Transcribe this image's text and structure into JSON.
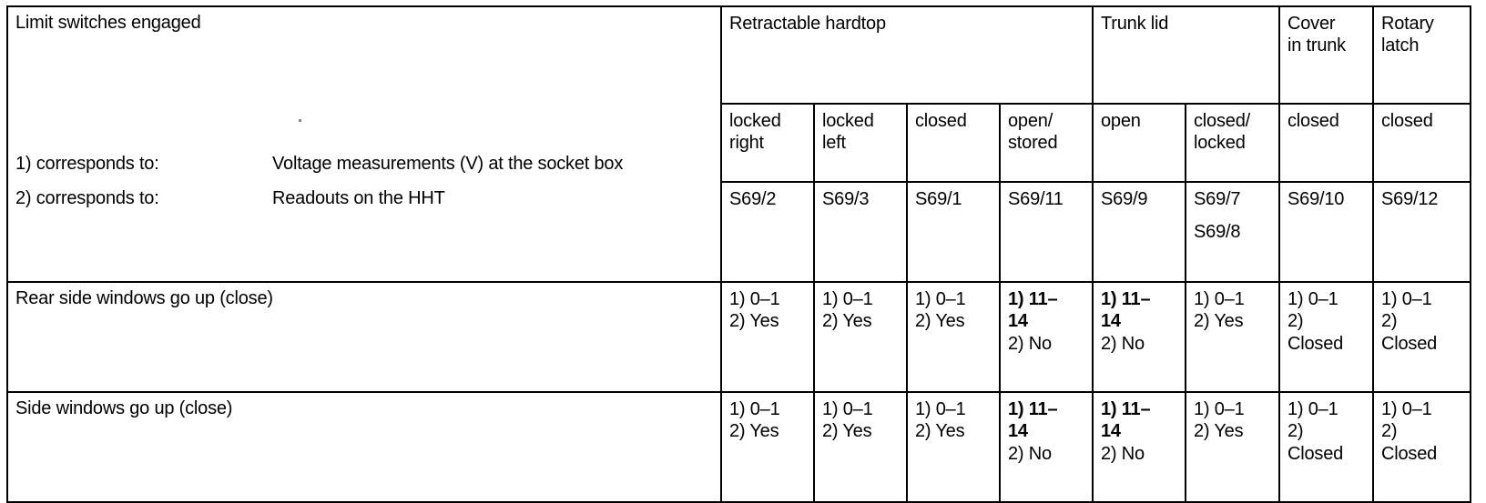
{
  "table": {
    "left_header": {
      "title": "Limit switches engaged",
      "legend": [
        {
          "key": "1) corresponds to:",
          "value": "Voltage measurements (V) at the socket box"
        },
        {
          "key": "2) corresponds to:",
          "value": "Readouts on the HHT"
        }
      ]
    },
    "groups": [
      {
        "label": "Retractable hardtop",
        "span": 4
      },
      {
        "label": "Trunk lid",
        "span": 2
      },
      {
        "label": "Cover in trunk",
        "span": 1
      },
      {
        "label": "Rotary latch",
        "span": 1
      }
    ],
    "group_labels_wrapped": [
      [
        "Retractable hardtop"
      ],
      [
        "Trunk lid"
      ],
      [
        "Cover",
        "in trunk"
      ],
      [
        "Rotary",
        "latch"
      ]
    ],
    "states": [
      [
        "locked",
        "right"
      ],
      [
        "locked",
        "left"
      ],
      [
        "closed"
      ],
      [
        "open/",
        "stored"
      ],
      [
        "open"
      ],
      [
        "closed/",
        "locked"
      ],
      [
        "closed"
      ],
      [
        "closed"
      ]
    ],
    "codes": [
      [
        "S69/2"
      ],
      [
        "S69/3"
      ],
      [
        "S69/1"
      ],
      [
        "S69/11"
      ],
      [
        "S69/9"
      ],
      [
        "S69/7",
        "S69/8"
      ],
      [
        "S69/10"
      ],
      [
        "S69/12"
      ]
    ],
    "rows": [
      {
        "label": "Rear side windows go up (close)",
        "cells": [
          {
            "lines": [
              {
                "t": "1) 0–1",
                "b": false
              },
              {
                "t": "2) Yes",
                "b": false
              }
            ]
          },
          {
            "lines": [
              {
                "t": "1) 0–1",
                "b": false
              },
              {
                "t": "2) Yes",
                "b": false
              }
            ]
          },
          {
            "lines": [
              {
                "t": "1) 0–1",
                "b": false
              },
              {
                "t": "2) Yes",
                "b": false
              }
            ]
          },
          {
            "lines": [
              {
                "t": "1) 11–",
                "b": true
              },
              {
                "t": "14",
                "b": true
              },
              {
                "t": "2) No",
                "b": false
              }
            ]
          },
          {
            "lines": [
              {
                "t": "1) 11–",
                "b": true
              },
              {
                "t": "14",
                "b": true
              },
              {
                "t": "2) No",
                "b": false
              }
            ]
          },
          {
            "lines": [
              {
                "t": "1) 0–1",
                "b": false
              },
              {
                "t": "2) Yes",
                "b": false
              }
            ]
          },
          {
            "lines": [
              {
                "t": "1) 0–1",
                "b": false
              },
              {
                "t": "2)",
                "b": false
              },
              {
                "t": "Closed",
                "b": false
              }
            ]
          },
          {
            "lines": [
              {
                "t": "1) 0–1",
                "b": false
              },
              {
                "t": "2)",
                "b": false
              },
              {
                "t": "Closed",
                "b": false
              }
            ]
          }
        ]
      },
      {
        "label": "Side windows go up (close)",
        "cells": [
          {
            "lines": [
              {
                "t": "1) 0–1",
                "b": false
              },
              {
                "t": "2) Yes",
                "b": false
              }
            ]
          },
          {
            "lines": [
              {
                "t": "1) 0–1",
                "b": false
              },
              {
                "t": "2) Yes",
                "b": false
              }
            ]
          },
          {
            "lines": [
              {
                "t": "1) 0–1",
                "b": false
              },
              {
                "t": "2) Yes",
                "b": false
              }
            ]
          },
          {
            "lines": [
              {
                "t": "1) 11–",
                "b": true
              },
              {
                "t": "14",
                "b": true
              },
              {
                "t": "2) No",
                "b": false
              }
            ]
          },
          {
            "lines": [
              {
                "t": "1) 11–",
                "b": true
              },
              {
                "t": "14",
                "b": true
              },
              {
                "t": "2) No",
                "b": false
              }
            ]
          },
          {
            "lines": [
              {
                "t": "1) 0–1",
                "b": false
              },
              {
                "t": "2) Yes",
                "b": false
              }
            ]
          },
          {
            "lines": [
              {
                "t": "1) 0–1",
                "b": false
              },
              {
                "t": "2)",
                "b": false
              },
              {
                "t": "Closed",
                "b": false
              }
            ]
          },
          {
            "lines": [
              {
                "t": "1) 0–1",
                "b": false
              },
              {
                "t": "2)",
                "b": false
              },
              {
                "t": "Closed",
                "b": false
              }
            ]
          }
        ]
      }
    ]
  },
  "colors": {
    "ink": "#000000",
    "paper": "#ffffff"
  }
}
